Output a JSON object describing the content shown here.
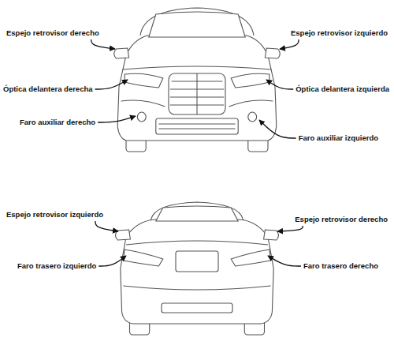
{
  "diagram": {
    "labels": [
      "Espejo retrovisor derecho",
      "Espejo retrovisor izquierdo",
      "Óptica delantera derecha",
      "Óptica delantera izquierda",
      "Faro auxiliar derecho",
      "Faro auxiliar izquierdo",
      "Espejo retrovisor izquierdo",
      "Espejo retrovisor derecho",
      "Faro trasero izquierdo",
      "Faro trasero derecho"
    ]
  }
}
